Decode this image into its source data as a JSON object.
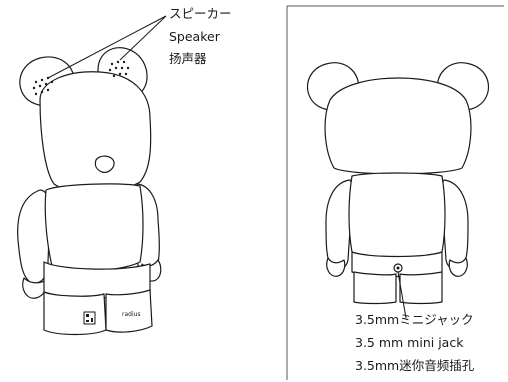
{
  "speaker_callout": {
    "ja": "スピーカー",
    "en": "Speaker",
    "zh": "扬声器"
  },
  "jack_callout": {
    "ja": "3.5mmミニジャック",
    "en": "3.5 mm mini jack",
    "zh": "3.5mm迷你音频插孔"
  },
  "base_text": {
    "brand": "radius"
  },
  "colors": {
    "stroke": "#1a1a1a",
    "panel_border": "#555555",
    "background": "#ffffff"
  }
}
